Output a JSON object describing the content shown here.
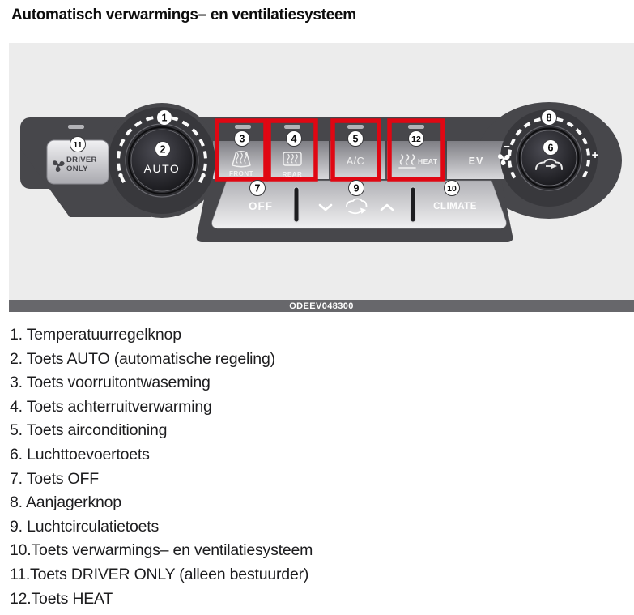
{
  "title": "Automatisch verwarmings– en ventilatiesysteem",
  "figure": {
    "caption": "ODEEV048300",
    "highlight_color": "#e00713",
    "panel": {
      "auto_label": "AUTO",
      "driver_only_line1": "DRIVER",
      "driver_only_line2": "ONLY",
      "front_label": "FRONT",
      "rear_label": "REAR",
      "ac_label": "A/C",
      "heat_label": "HEAT",
      "ev_label": "EV",
      "off_label": "OFF",
      "climate_label": "CLIMATE",
      "fan_minus": "−",
      "fan_plus": "+"
    },
    "callouts": {
      "c1": "1",
      "c2": "2",
      "c3": "3",
      "c4": "4",
      "c5": "5",
      "c6": "6",
      "c7": "7",
      "c8": "8",
      "c9": "9",
      "c10": "10",
      "c11": "11",
      "c12": "12"
    }
  },
  "legend": {
    "items": [
      "1. Temperatuurregelknop",
      "2. Toets AUTO (automatische regeling)",
      "3. Toets voorruitontwaseming",
      "4. Toets achterruitverwarming",
      "5. Toets airconditioning",
      "6. Luchttoevoertoets",
      "7. Toets OFF",
      "8. Aanjagerknop",
      "9. Luchtcirculatietoets",
      "10.Toets verwarmings– en ventilatiesysteem",
      "11.Toets DRIVER ONLY (alleen bestuurder)",
      "12.Toets HEAT"
    ]
  }
}
